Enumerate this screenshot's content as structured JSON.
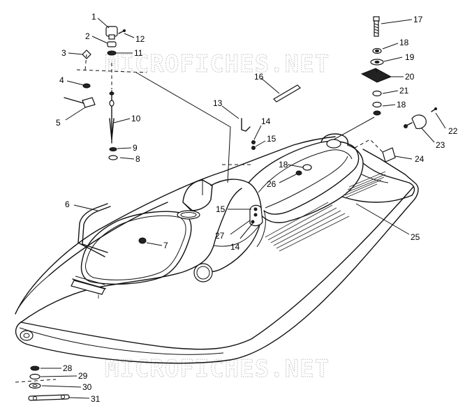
{
  "watermark": {
    "top": "MICROFICHES.NET",
    "bottom": "MICROFICHES.NET"
  },
  "callouts": [
    {
      "key": "c1",
      "label": "1"
    },
    {
      "key": "c2",
      "label": "2"
    },
    {
      "key": "c3",
      "label": "3"
    },
    {
      "key": "c4",
      "label": "4"
    },
    {
      "key": "c5",
      "label": "5"
    },
    {
      "key": "c6",
      "label": "6"
    },
    {
      "key": "c7",
      "label": "7"
    },
    {
      "key": "c8",
      "label": "8"
    },
    {
      "key": "c9",
      "label": "9"
    },
    {
      "key": "c10",
      "label": "10"
    },
    {
      "key": "c11",
      "label": "11"
    },
    {
      "key": "c12",
      "label": "12"
    },
    {
      "key": "c13",
      "label": "13"
    },
    {
      "key": "c14a",
      "label": "14"
    },
    {
      "key": "c14b",
      "label": "14"
    },
    {
      "key": "c15a",
      "label": "15"
    },
    {
      "key": "c15b",
      "label": "15"
    },
    {
      "key": "c16",
      "label": "16"
    },
    {
      "key": "c17",
      "label": "17"
    },
    {
      "key": "c18a",
      "label": "18"
    },
    {
      "key": "c18b",
      "label": "18"
    },
    {
      "key": "c18c",
      "label": "18"
    },
    {
      "key": "c19",
      "label": "19"
    },
    {
      "key": "c20",
      "label": "20"
    },
    {
      "key": "c21",
      "label": "21"
    },
    {
      "key": "c22",
      "label": "22"
    },
    {
      "key": "c23",
      "label": "23"
    },
    {
      "key": "c24",
      "label": "24"
    },
    {
      "key": "c25",
      "label": "25"
    },
    {
      "key": "c26",
      "label": "26"
    },
    {
      "key": "c27",
      "label": "27"
    },
    {
      "key": "c28",
      "label": "28"
    },
    {
      "key": "c29",
      "label": "29"
    },
    {
      "key": "c30",
      "label": "30"
    },
    {
      "key": "c31",
      "label": "31"
    }
  ]
}
